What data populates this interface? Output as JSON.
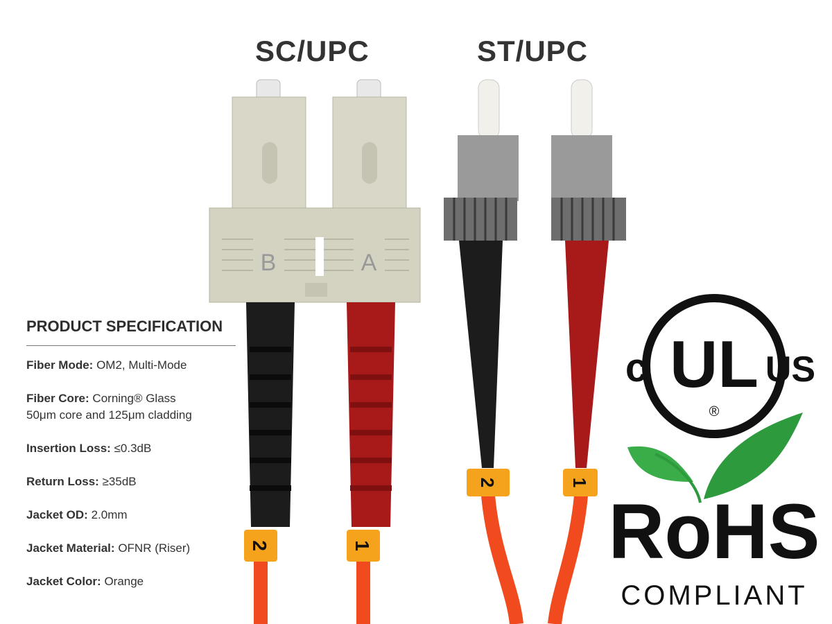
{
  "titles": {
    "sc": "SC/UPC",
    "st": "ST/UPC"
  },
  "connector_labels": {
    "sc_left": "B",
    "sc_right": "A",
    "sc_tag_left": "2",
    "sc_tag_right": "1",
    "st_tag_left": "2",
    "st_tag_right": "1"
  },
  "spec": {
    "heading": "PRODUCT SPECIFICATION",
    "items": [
      {
        "label": "Fiber Mode:",
        "value": "OM2, Multi-Mode"
      },
      {
        "label": "Fiber Core:",
        "value": "Corning® Glass",
        "value2": "50μm core and 125μm cladding"
      },
      {
        "label": "Insertion Loss:",
        "value": "≤0.3dB"
      },
      {
        "label": "Return Loss:",
        "value": "≥35dB"
      },
      {
        "label": "Jacket OD:",
        "value": "2.0mm"
      },
      {
        "label": "Jacket Material:",
        "value": "OFNR (Riser)"
      },
      {
        "label": "Jacket Color:",
        "value": "Orange"
      }
    ]
  },
  "ul_logo": {
    "c": "c",
    "ul": "UL",
    "reg": "®",
    "us": "US"
  },
  "rohs": {
    "main": "RoHS",
    "sub": "COMPLIANT"
  },
  "colors": {
    "cable": "#f04a1e",
    "boot_red": "#a8191a",
    "boot_black": "#1c1c1c",
    "tag": "#f5a21c",
    "housing": "#d4d3c2",
    "leaf": "#2e9a3e"
  }
}
